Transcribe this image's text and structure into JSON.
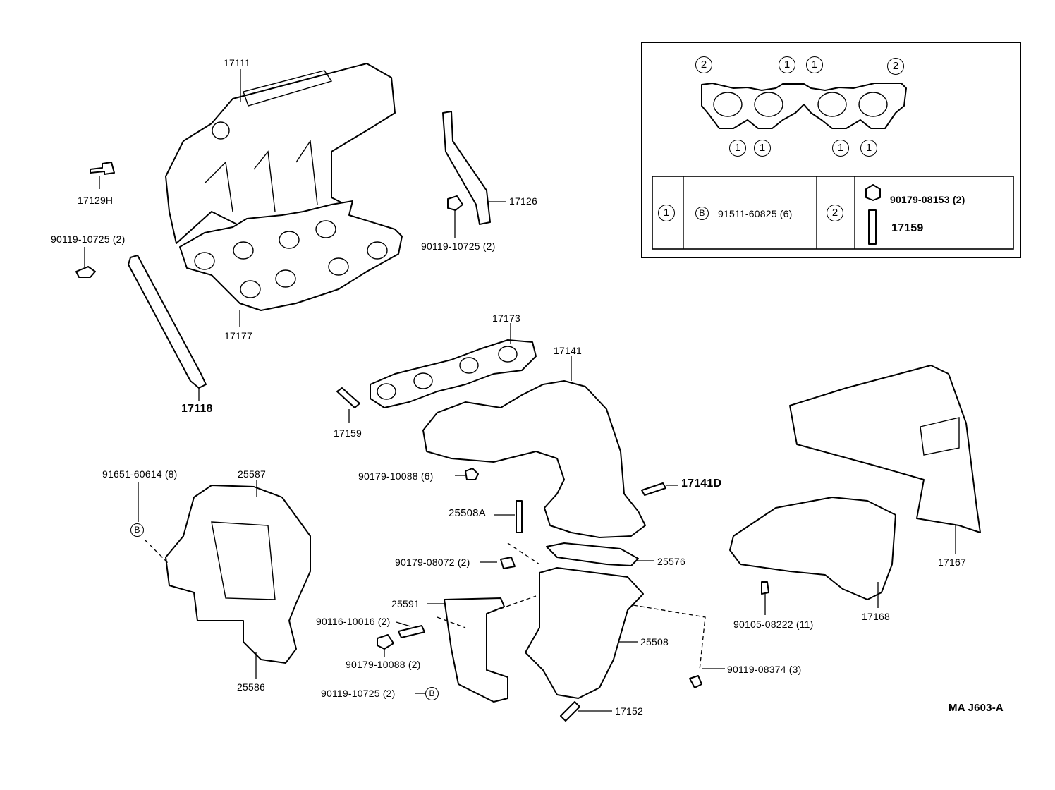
{
  "legend": {
    "top_markers": [
      "2",
      "1",
      "1",
      "2"
    ],
    "bottom_markers": [
      "1",
      "1",
      "1",
      "1"
    ],
    "table": {
      "row": [
        {
          "key": "1",
          "mark": "B",
          "part": "91511-60825 (6)"
        },
        {
          "key": "2",
          "items": [
            "90179-08153 (2)",
            "17159"
          ]
        }
      ]
    }
  },
  "labels": {
    "p17111": "17111",
    "p17129H": "17129H",
    "p90119_10725_a": "90119-10725 (2)",
    "p17177": "17177",
    "p17118": "17118",
    "p17126": "17126",
    "p90119_10725_b": "90119-10725 (2)",
    "p17173": "17173",
    "p17141": "17141",
    "p17159": "17159",
    "p90179_10088_a": "90179-10088 (6)",
    "p17141D": "17141D",
    "p25508A": "25508A",
    "p90179_08072": "90179-08072 (2)",
    "p25576": "25576",
    "p25591": "25591",
    "p90116_10016": "90116-10016 (2)",
    "p90179_10088_b": "90179-10088 (2)",
    "p90119_10725_c": "90119-10725 (2)",
    "p25508": "25508",
    "p90119_08374": "90119-08374 (3)",
    "p17152": "17152",
    "p91651_60614": "91651-60614 (8)",
    "p25587": "25587",
    "p25586": "25586",
    "p17167": "17167",
    "p17168": "17168",
    "p90105_08222": "90105-08222 (11)"
  },
  "markers": {
    "b1": "B",
    "b2": "B"
  },
  "figure_code": "MA  J603-A"
}
